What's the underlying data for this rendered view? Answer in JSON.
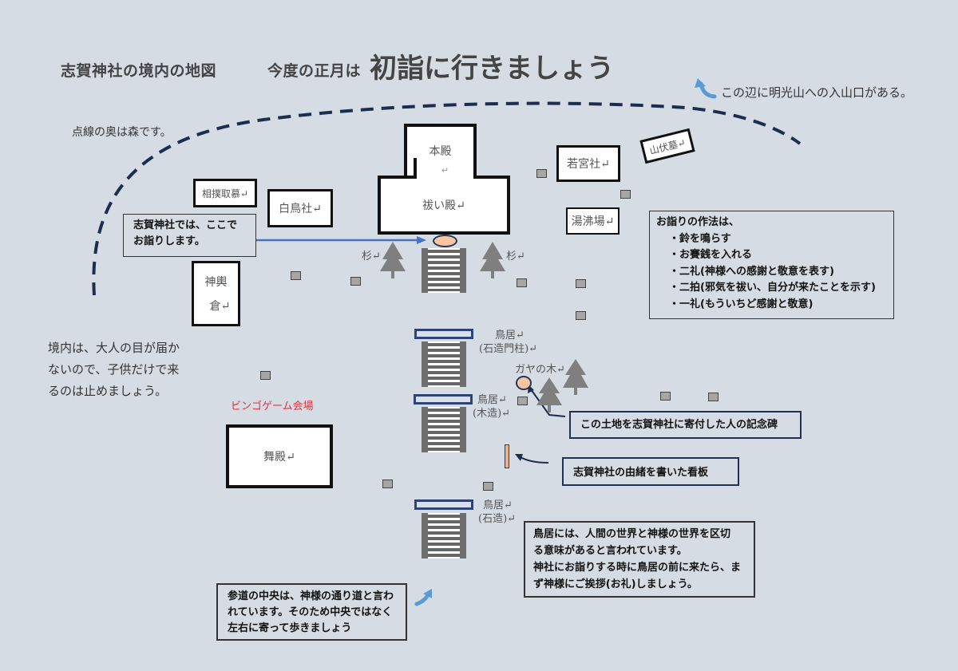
{
  "header": {
    "title_left": "志賀神社の境内の地図",
    "title_mid": "今度の正月は",
    "title_big": "初詣に行きましょう"
  },
  "notes": {
    "mountain_entrance": "この辺に明光山への入山口がある。",
    "forest": "点線の奥は森です。",
    "children_warning_lines": [
      "境内は、大人の目が届か",
      "ないので、子供だけで来",
      "るのは止めましょう。"
    ],
    "bingo_venue": "ビンゴゲーム会場"
  },
  "buildings": {
    "honden": "本殿",
    "return_mark": "↵",
    "haiden": "祓い殿↵",
    "sumo": "相撲取慕↵",
    "shiratori": "白鳥社↵",
    "mikoshi_line1": "神輿",
    "mikoshi_line2": "倉↵",
    "wakamiya": "若宮社↵",
    "yuwakashi": "湯沸場↵",
    "yamabushi": "山伏墓↵",
    "maiden": "舞殿↵"
  },
  "labels": {
    "sugi_left": "杉↵",
    "sugi_right": "杉↵",
    "torii1_line1": "鳥居↵",
    "torii1_line2": "(石造門柱)↵",
    "kaya": "ガヤの木↵",
    "torii2_line1": "鳥居↵",
    "torii2_line2": "(木造)↵",
    "torii3_line1": "鳥居↵",
    "torii3_line2": "(石造)↵"
  },
  "callouts": {
    "worship_here_lines": [
      "志賀神社では、ここで",
      "お詣りします。"
    ],
    "etiquette_lines": [
      "お詣りの作法は、",
      "・鈴を鳴らす",
      "・お賽銭を入れる",
      "・二礼(神様への感謝と敬意を表す)",
      "・二拍(邪気を祓い、自分が来たことを示す)",
      "・一礼(もういちど感謝と敬意)"
    ],
    "memorial": "この土地を志賀神社に寄付した人の記念碑",
    "history_sign": "志賀神社の由緒を書いた看板",
    "torii_meaning_lines": [
      "鳥居には、人間の世界と神様の世界を区切",
      "る意味があると言われています。",
      "神社にお詣りする時に鳥居の前に来たら、ま",
      "ず神様にご挨拶(お礼)しましょう。"
    ],
    "sando_lines": [
      "参道の中央は、神様の通り道と言わ",
      "れています。そのため中央ではなく",
      "左右に寄って歩きましょう"
    ]
  },
  "colors": {
    "background": "#d6dce4",
    "dashed_line": "#1c2d4f",
    "arrow_blue": "#4472c4",
    "light_blue_arrow": "#5b9bd5",
    "tree": "#7f7f7f",
    "bingo_red": "#e8303c",
    "oval_fill": "#f8c6a0"
  }
}
